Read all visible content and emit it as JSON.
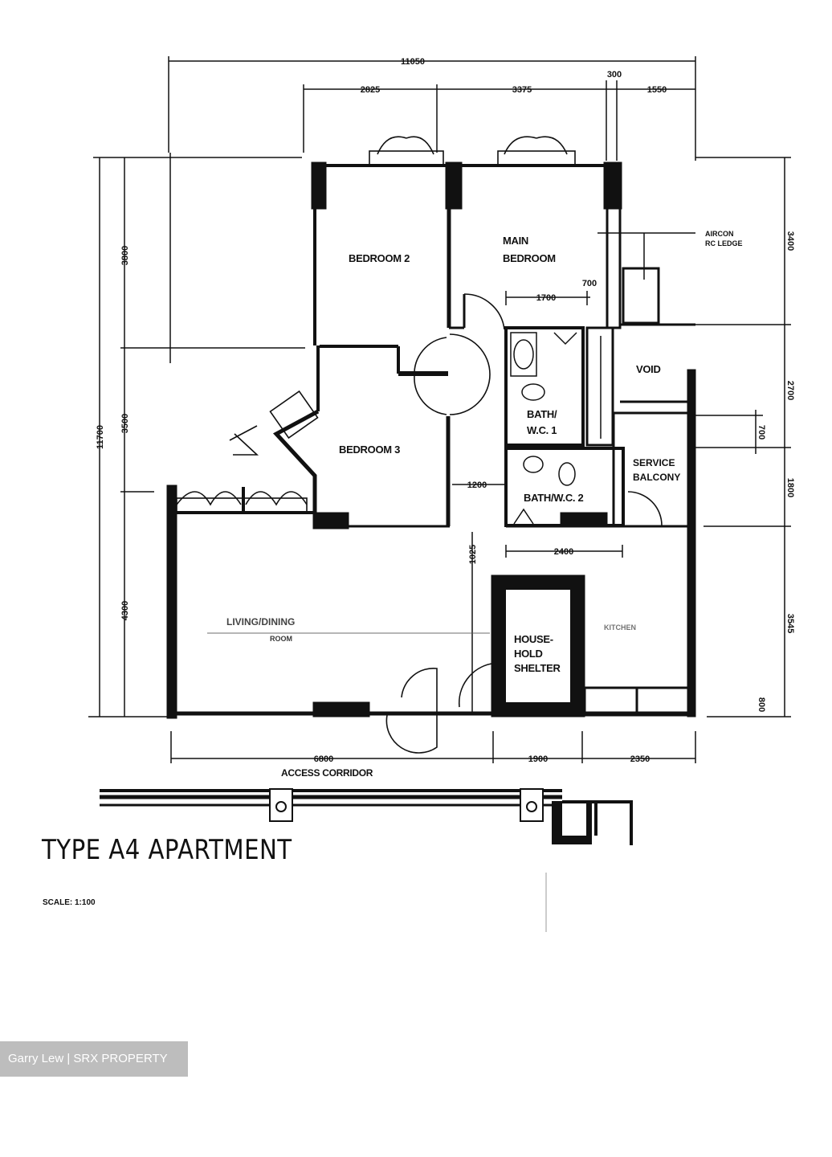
{
  "title": "TYPE A4 APARTMENT",
  "scale": "SCALE: 1:100",
  "watermark": "Garry Lew | SRX PROPERTY",
  "rooms": {
    "bedroom2": "BEDROOM 2",
    "main_bedroom_l1": "MAIN",
    "main_bedroom_l2": "BEDROOM",
    "bedroom3": "BEDROOM 3",
    "bath1_l1": "BATH/",
    "bath1_l2": "W.C. 1",
    "bath2": "BATH/W.C. 2",
    "void": "VOID",
    "service_balcony_l1": "SERVICE",
    "service_balcony_l2": "BALCONY",
    "household_shelter_l1": "HOUSE-",
    "household_shelter_l2": "HOLD",
    "household_shelter_l3": "SHELTER",
    "living_dining": "LIVING/DINING",
    "living_dining_sub": "ROOM",
    "kitchen": "KITCHEN",
    "aircon_l1": "AIRCON",
    "aircon_l2": "RC LEDGE",
    "access_corridor": "ACCESS CORRIDOR"
  },
  "dimensions": {
    "top_total": "11050",
    "top_1": "2825",
    "top_2": "3375",
    "top_3": "300",
    "top_4": "1550",
    "left_total": "11700",
    "left_1": "3800",
    "left_2": "3500",
    "left_3": "4300",
    "right_1": "3400",
    "right_2": "2700",
    "right_3": "700",
    "right_4": "1800",
    "right_5": "3545",
    "right_6": "800",
    "bottom_1": "6800",
    "bottom_2": "1900",
    "bottom_3": "2350",
    "inner_1700": "1700",
    "inner_700": "700",
    "inner_1200": "1200",
    "inner_2400": "2400",
    "inner_1025": "1025"
  }
}
